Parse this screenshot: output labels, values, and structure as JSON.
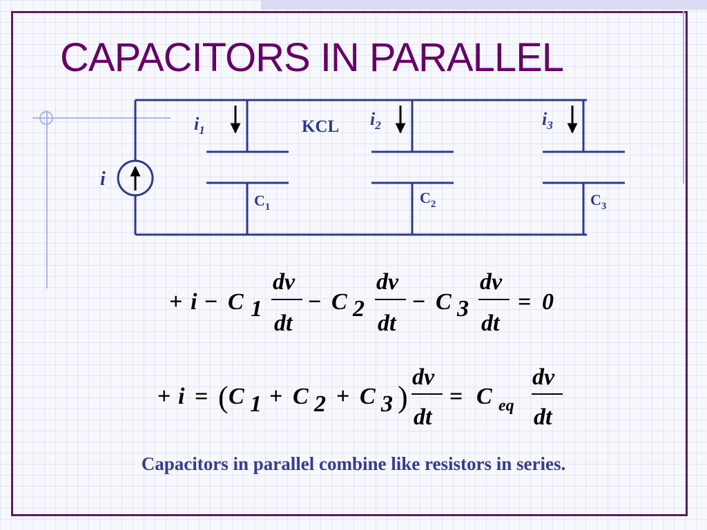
{
  "slide": {
    "title": "CAPACITORS IN PARALLEL",
    "caption": "Capacitors in parallel combine like resistors in series.",
    "colors": {
      "title": "#660066",
      "frame": "#5c1a5e",
      "circuit": "#2b3a8c",
      "caption": "#3a3a8e"
    }
  },
  "circuit": {
    "source_label": "i",
    "kcl_label": "KCL",
    "branches": [
      {
        "current": "i",
        "current_sub": "1",
        "cap": "C",
        "cap_sub": "1"
      },
      {
        "current": "i",
        "current_sub": "2",
        "cap": "C",
        "cap_sub": "2"
      },
      {
        "current": "i",
        "current_sub": "3",
        "cap": "C",
        "cap_sub": "3"
      }
    ]
  },
  "equations": {
    "eq1": {
      "plus": "+",
      "i": "i",
      "minus": "−",
      "equals": "=",
      "zero": "0",
      "C": "C",
      "sub1": "1",
      "sub2": "2",
      "sub3": "3",
      "num": "dv",
      "den": "dt"
    },
    "eq2": {
      "plus": "+",
      "i": "i",
      "equals": "=",
      "lparen": "(",
      "rparen": ")",
      "C": "C",
      "sub1": "1",
      "sub2": "2",
      "sub3": "3",
      "ceq_sub": "eq",
      "num": "dv",
      "den": "dt"
    }
  }
}
